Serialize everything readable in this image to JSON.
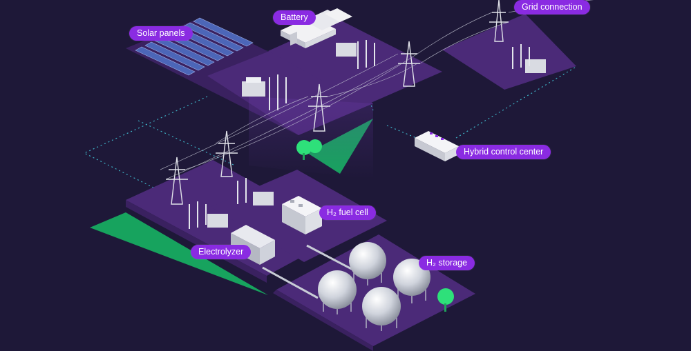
{
  "colors": {
    "background": "#1e1838",
    "platform": "#4b2a78",
    "platform_dark": "#3a2160",
    "label_bg": "#8a2be2",
    "label_text": "#ffffff",
    "green_accent": "#17a35e",
    "tree": "#2ee07a",
    "dotted_link": "#3fb4c8"
  },
  "labels": {
    "solar_panels": "Solar panels",
    "battery": "Battery",
    "grid_connection": "Grid connection",
    "hybrid_control_center": "Hybrid control center",
    "h2_fuel_cell": "H₂ fuel cell",
    "electrolyzer": "Electrolyzer",
    "h2_storage": "H₂ storage"
  }
}
